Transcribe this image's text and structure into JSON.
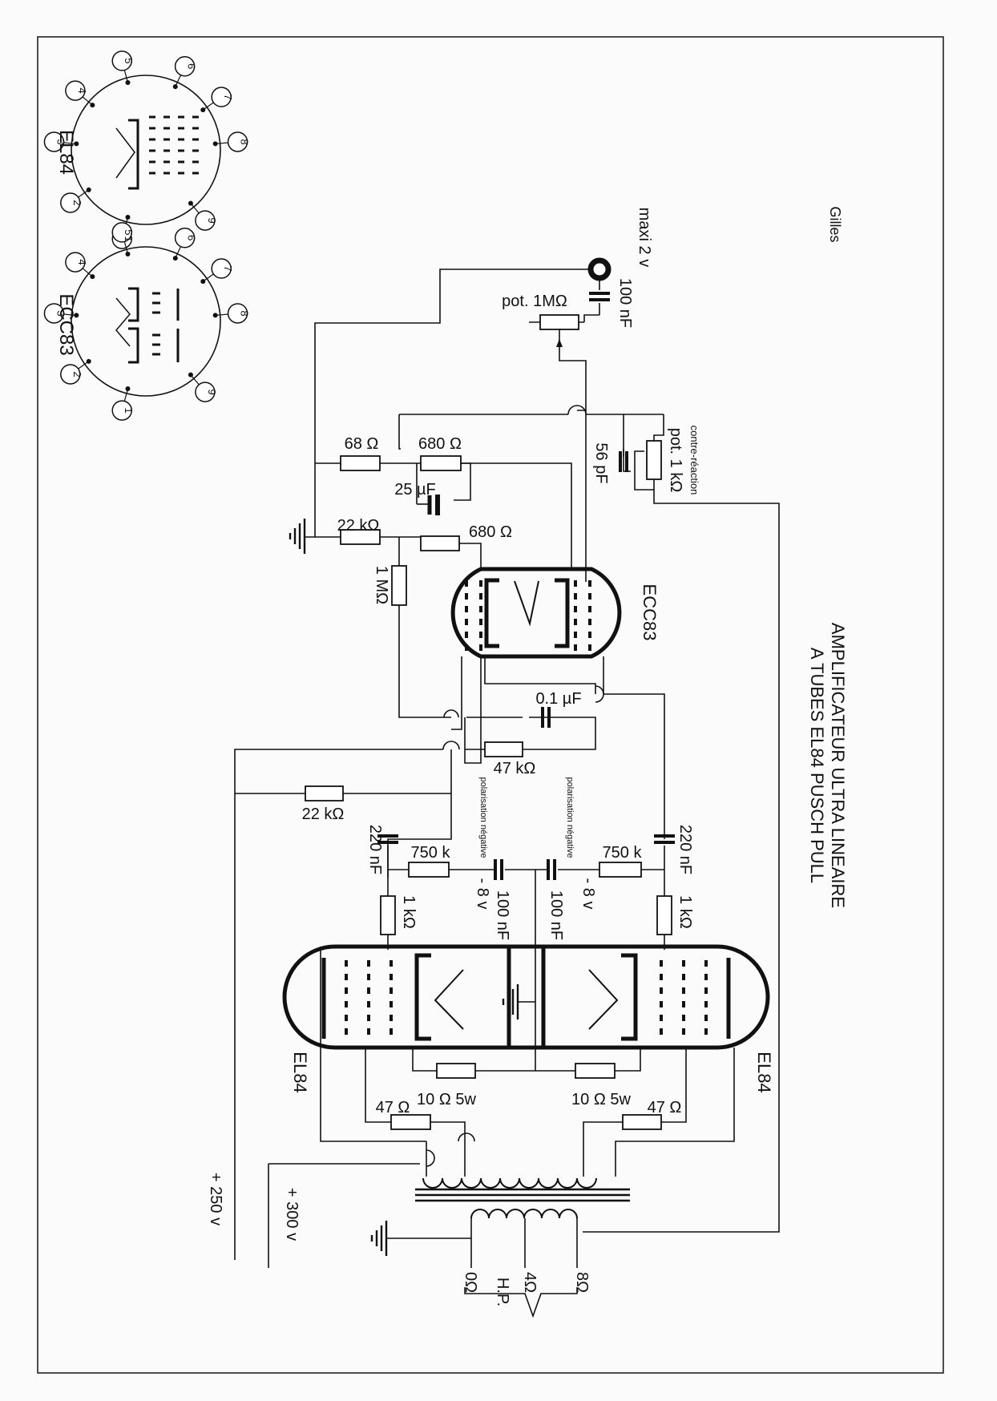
{
  "title_line1": "AMPLIFICATEUR ULTRA LINEAIRE",
  "title_line2": "A TUBES EL84 PUSCH PULL",
  "author": "Gilles",
  "input": {
    "max_level": "maxi 2 v",
    "cap": "100 nF",
    "volume_pot": "pot. 1MΩ"
  },
  "feedback": {
    "label": "contre-réaction",
    "pot": "pot. 1 kΩ",
    "cap": "56 pF"
  },
  "ecc83_stage": {
    "r_68": "68 Ω",
    "r_680_top": "680 Ω",
    "cap_25": "25 µF",
    "r_22k": "22 kΩ",
    "r_680_grid": "680 Ω",
    "r_1m": "1 MΩ",
    "tube": "ECC83",
    "cap_01": "0.1 µF",
    "r_47k": "47 kΩ",
    "r_22k_bottom": "22 kΩ"
  },
  "bias": {
    "note": "polarisation négative",
    "left": {
      "coupling_cap": "220 nF",
      "grid_res": "750 k",
      "voltage": "- 8 v",
      "filter_cap": "100 nF",
      "stopper": "1 kΩ"
    },
    "right": {
      "coupling_cap": "220 nF",
      "grid_res": "750 k",
      "voltage": "- 8 v",
      "filter_cap": "100 nF",
      "stopper": "1 kΩ"
    }
  },
  "output": {
    "tube_left": "EL84",
    "tube_right": "EL84",
    "cathode_left": "10 Ω 5w",
    "cathode_right": "10 Ω 5w",
    "screen_left": "47 Ω",
    "screen_right": "47 Ω",
    "supply_250": "+ 250 v",
    "supply_300": "+ 300 v",
    "speaker": "H.P.",
    "taps": [
      "0Ω",
      "4Ω",
      "8Ω"
    ]
  },
  "pinouts": {
    "el84": {
      "name": "EL84",
      "pins": [
        "1",
        "2",
        "3",
        "4",
        "5",
        "6",
        "7",
        "8",
        "9"
      ]
    },
    "ecc83": {
      "name": "ECC83",
      "pins": [
        "1",
        "2",
        "3",
        "4",
        "5",
        "6",
        "7",
        "8",
        "9"
      ]
    }
  }
}
